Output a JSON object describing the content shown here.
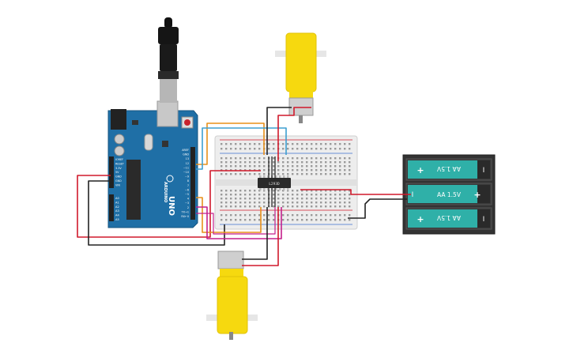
{
  "arduino": {
    "model": "UNO",
    "brand": "ARDUINO",
    "color": "#1f6fa6",
    "pin_labels_left": [
      "IOREF",
      "RESET",
      "3.3V",
      "5V",
      "GND",
      "GND",
      "VIN"
    ],
    "analog_labels": [
      "A0",
      "A1",
      "A2",
      "A3",
      "A4",
      "A5"
    ],
    "digital_labels": [
      "AREF",
      "GND",
      "13",
      "12",
      "~11",
      "~10",
      "~9",
      "8",
      "7",
      "~6",
      "~5",
      "4",
      "~3",
      "2",
      "TX→1",
      "RX←0"
    ]
  },
  "chip": {
    "label": "L293D"
  },
  "battery": {
    "cells": [
      "AA 1.5V",
      "AA 1.5V",
      "AA 1.5V"
    ],
    "plus": "+",
    "minus": "I"
  },
  "colors": {
    "wire_red": "#d0192b",
    "wire_black": "#222222",
    "wire_orange": "#e8901a",
    "wire_blue": "#3d9fd0",
    "wire_magenta": "#c41f8c",
    "motor_yellow": "#f6d90f",
    "battery_teal": "#2fb0a8"
  }
}
